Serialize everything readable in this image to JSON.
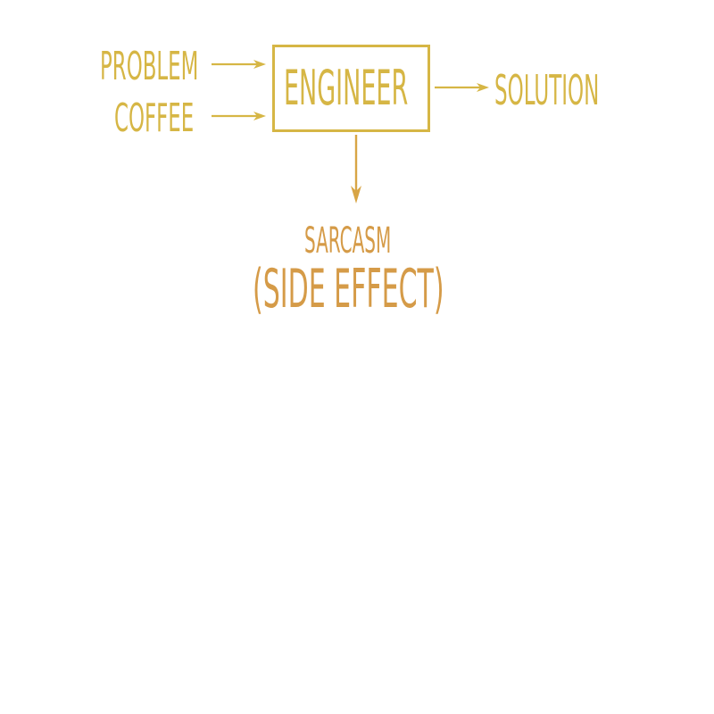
{
  "diagram": {
    "inputs": [
      {
        "label": "PROBLEM"
      },
      {
        "label": "COFFEE"
      }
    ],
    "process": {
      "label": "ENGINEER"
    },
    "output": {
      "label": "SOLUTION"
    },
    "side_output": {
      "label": "SARCASM",
      "sublabel": "(SIDE EFFECT)"
    },
    "colors": {
      "primary": "#d6b645",
      "secondary": "#d59b48",
      "background": "#ffffff"
    },
    "arrows": [
      {
        "from": "PROBLEM",
        "to": "ENGINEER",
        "direction": "right"
      },
      {
        "from": "COFFEE",
        "to": "ENGINEER",
        "direction": "right"
      },
      {
        "from": "ENGINEER",
        "to": "SOLUTION",
        "direction": "right"
      },
      {
        "from": "ENGINEER",
        "to": "SARCASM",
        "direction": "down"
      }
    ]
  }
}
